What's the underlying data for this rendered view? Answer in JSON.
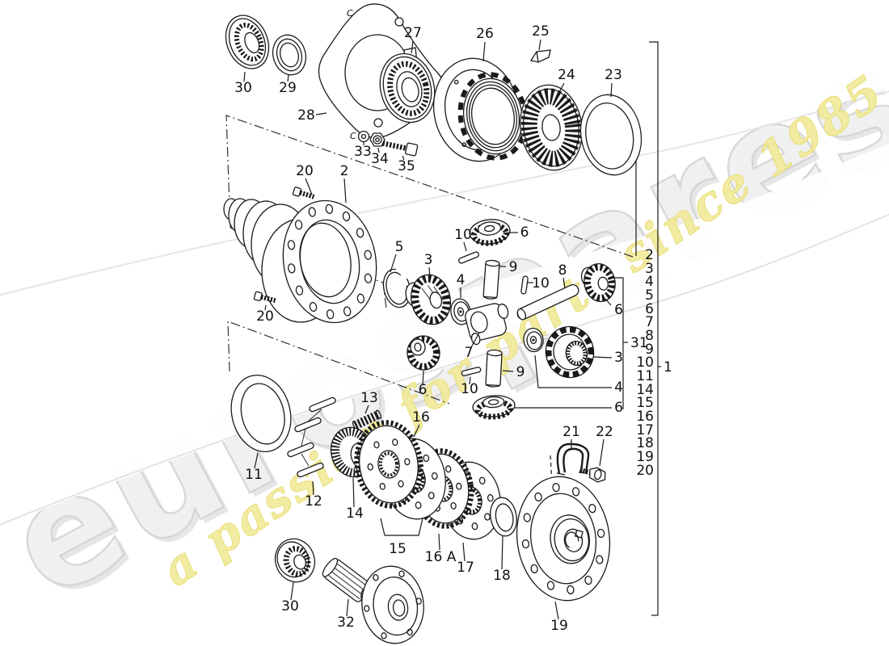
{
  "watermark": {
    "brand": "eurospares",
    "tagline": "a passion for parts since 1985",
    "brand_color": "#e3e3e3",
    "tagline_color": "#f2eb9e"
  },
  "plate_marks": [
    "C",
    "C"
  ],
  "callouts": {
    "c30_top": "30",
    "c29": "29",
    "c28": "28",
    "c27": "27",
    "c26": "26",
    "c25": "25",
    "c24": "24",
    "c23": "23",
    "c33": "33",
    "c34": "34",
    "c35": "35",
    "c20_top": "20",
    "c2": "2",
    "c20_bot": "20",
    "c5": "5",
    "c3_left": "3",
    "c10_top": "10",
    "c6_top": "6",
    "c9_top": "9",
    "c10_mid": "10",
    "c8": "8",
    "c4_left": "4",
    "c7": "7",
    "c9_bot": "9",
    "c10_bot": "10",
    "c6_left": "6",
    "c11": "11",
    "c12": "12",
    "c13": "13",
    "c14": "14",
    "c15": "15",
    "c16": "16",
    "c16a": "16 A",
    "c17": "17",
    "c18": "18",
    "c19": "19",
    "c21": "21",
    "c22": "22",
    "c30_bot": "30",
    "c32": "32",
    "c31": "31",
    "c1": "1",
    "g6a": "6",
    "g3": "3",
    "g4": "4",
    "g6b": "6"
  },
  "right_column": [
    "2",
    "3",
    "4",
    "5",
    "6",
    "7",
    "8",
    "9",
    "10",
    "11",
    "14",
    "15",
    "16",
    "17",
    "18",
    "19",
    "20"
  ]
}
